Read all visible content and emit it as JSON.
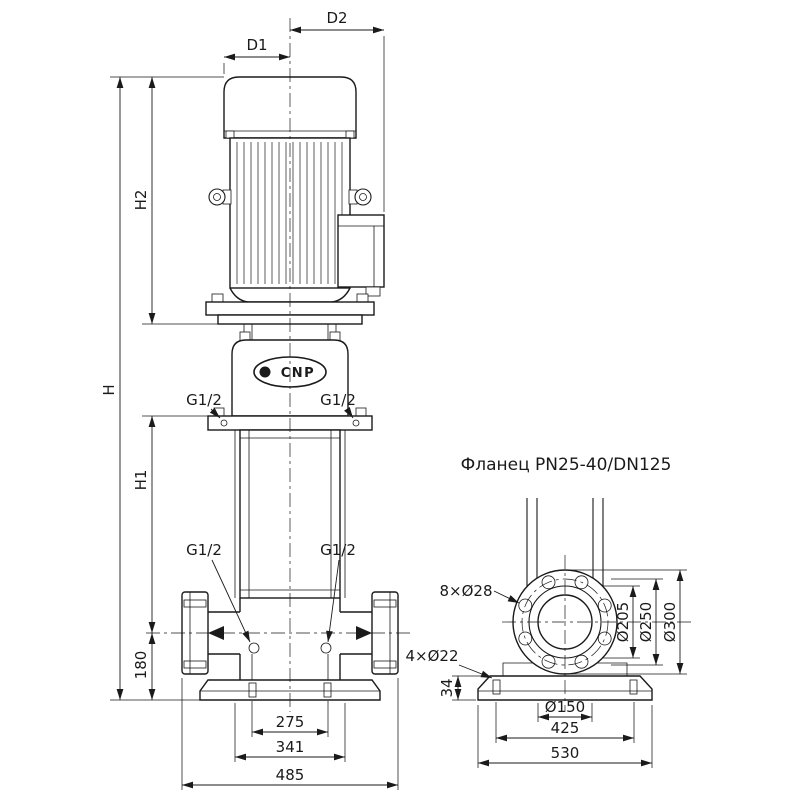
{
  "page": {
    "background": "#ffffff",
    "line_color": "#1a1a1a"
  },
  "pump_view": {
    "dims": {
      "d1": "D1",
      "d2": "D2",
      "h": "H",
      "h1": "H1",
      "h2": "H2",
      "port_height": "180",
      "w275": "275",
      "w341": "341",
      "w485": "485"
    },
    "ports": {
      "top_left": "G1/2",
      "top_right": "G1/2",
      "drain_left": "G1/2",
      "drain_right": "G1/2"
    },
    "logo_text": "CNP"
  },
  "flange_view": {
    "title": "Фланец PN25-40/DN125",
    "dims": {
      "bolt_holes": "8×Ø28",
      "base_holes": "4×Ø22",
      "d205": "Ø205",
      "d250": "Ø250",
      "d300": "Ø300",
      "d150": "Ø150",
      "h34": "34",
      "w425": "425",
      "w530": "530"
    }
  }
}
